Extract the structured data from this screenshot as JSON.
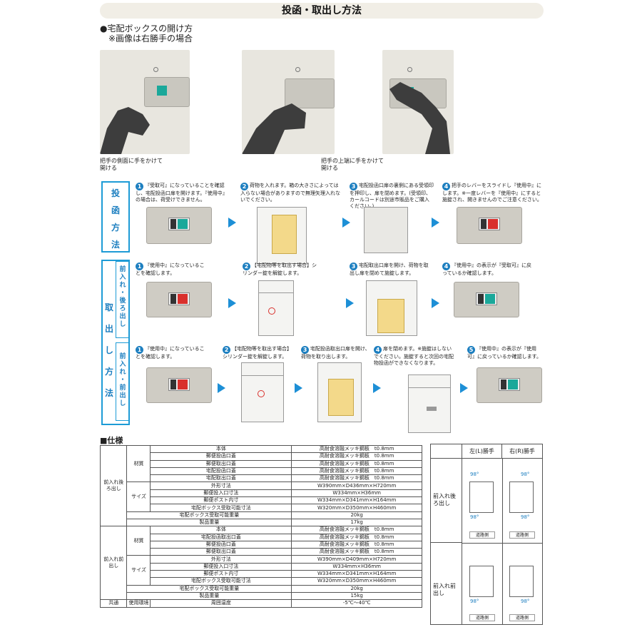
{
  "title": "投函・取出し方法",
  "open_section": {
    "heading": "●宅配ボックスの開け方",
    "note": "※画像は右勝手の場合",
    "caption_left_1": "把手の側面に手をかけて",
    "caption_left_2": "開ける",
    "caption_right_1": "把手の上端に手をかけて",
    "caption_right_2": "開ける"
  },
  "toukan": {
    "label": [
      "投",
      "函",
      "方",
      "法"
    ],
    "steps": [
      {
        "n": "1",
        "text": "『受取可』になっていることを確認し、宅配投函口扉を開けます。『使用中』の場合は、荷受けできません。"
      },
      {
        "n": "2",
        "text": "荷物を入れます。箱の大きさによっては入らない場合がありますので無理矢理入れないでください。"
      },
      {
        "n": "3",
        "text": "宅配投函口扉の裏側にある受領印を押印し、扉を閉めます。(受領印、カールコードは別途市販品をご購入ください。)"
      },
      {
        "n": "4",
        "text": "把手のレバーをスライドし『使用中』にします。※一度レバーを『使用中』にすると施錠され、開きませんのでご注意ください。"
      }
    ]
  },
  "toridashi": {
    "label": [
      "取",
      "出",
      "し",
      "方",
      "法"
    ],
    "sub1_label": [
      "前",
      "入",
      "れ",
      "・",
      "後",
      "ろ",
      "出",
      "し"
    ],
    "sub2_label": [
      "前",
      "入",
      "れ",
      "・",
      "前",
      "出",
      "し"
    ],
    "steps1": [
      {
        "n": "1",
        "text": "『使用中』になっていることを確認します。"
      },
      {
        "n": "2",
        "text": "【宅配物等を取出す場合】シリンダー錠を解錠します。"
      },
      {
        "n": "3",
        "text": "宅配取出口扉を開け、荷物を取出し扉を閉めて施錠します。"
      },
      {
        "n": "4",
        "text": "『使用中』の表示が『受取可』に戻っているか確認します。"
      }
    ],
    "steps2": [
      {
        "n": "1",
        "text": "『使用中』になっていることを確認します。"
      },
      {
        "n": "2",
        "text": "【宅配物等を取出す場合】シリンダー錠を解錠します。"
      },
      {
        "n": "3",
        "text": "宅配投函取出口扉を開け、荷物を取り出します。"
      },
      {
        "n": "4",
        "text": "扉を閉めます。※施錠はしないでください。施錠すると次回の宅配物投函ができなくなります。"
      },
      {
        "n": "5",
        "text": "『使用中』の表示が『使用可』に戻っているか確認します。"
      }
    ]
  },
  "spec": {
    "heading": "■仕様",
    "rows": [
      [
        "前入れ後ろ出し",
        "材質",
        "本体",
        "高耐食溶融メッキ鋼板　t0.8mm"
      ],
      [
        "",
        "",
        "郵便投函口蓋",
        "高耐食溶融メッキ鋼板　t0.8mm"
      ],
      [
        "",
        "",
        "郵便取出口蓋",
        "高耐食溶融メッキ鋼板　t0.8mm"
      ],
      [
        "",
        "",
        "宅配投函口蓋",
        "高耐食溶融メッキ鋼板　t0.8mm"
      ],
      [
        "",
        "",
        "宅配取出口蓋",
        "高耐食溶融メッキ鋼板　t0.8mm"
      ],
      [
        "",
        "サイズ",
        "外形寸法",
        "W390mm×D436mm×H720mm"
      ],
      [
        "",
        "",
        "郵便投入口寸法",
        "W334mm×H36mm"
      ],
      [
        "",
        "",
        "郵便ポスト内寸",
        "W334mm×D341mm×H164mm"
      ],
      [
        "",
        "",
        "宅配ボックス受取可能寸法",
        "W320mm×D350mm×H460mm"
      ],
      [
        "",
        "宅配ボックス受取可能重量",
        "",
        "20kg"
      ],
      [
        "",
        "製品重量",
        "",
        "17kg"
      ],
      [
        "前入れ前出し",
        "材質",
        "本体",
        "高耐食溶融メッキ鋼板　t0.8mm"
      ],
      [
        "",
        "",
        "宅配投函取出口蓋",
        "高耐食溶融メッキ鋼板　t0.8mm"
      ],
      [
        "",
        "",
        "郵便投函口蓋",
        "高耐食溶融メッキ鋼板　t0.8mm"
      ],
      [
        "",
        "",
        "郵便取出口蓋",
        "高耐食溶融メッキ鋼板　t0.8mm"
      ],
      [
        "",
        "サイズ",
        "外形寸法",
        "W390mm×D409mm×H720mm"
      ],
      [
        "",
        "",
        "郵便投入口寸法",
        "W334mm×H36mm"
      ],
      [
        "",
        "",
        "郵便ポスト内寸",
        "W334mm×D341mm×H164mm"
      ],
      [
        "",
        "",
        "宅配ボックス受取可能寸法",
        "W320mm×D350mm×H460mm"
      ],
      [
        "",
        "宅配ボックス受取可能重量",
        "",
        "20kg"
      ],
      [
        "",
        "製品重量",
        "",
        "15kg"
      ],
      [
        "共通",
        "使用環境",
        "周囲温度",
        "-5℃～40℃"
      ]
    ]
  },
  "hand_table": {
    "col_left": "左(L)勝手",
    "col_right": "右(R)勝手",
    "row1": "前入れ後ろ出し",
    "row2": "前入れ前出し",
    "angle": "98°",
    "road": "道路側"
  },
  "colors": {
    "accent": "#1d8fd6",
    "status_ok": "#1aa89a",
    "status_busy": "#d9302c"
  }
}
